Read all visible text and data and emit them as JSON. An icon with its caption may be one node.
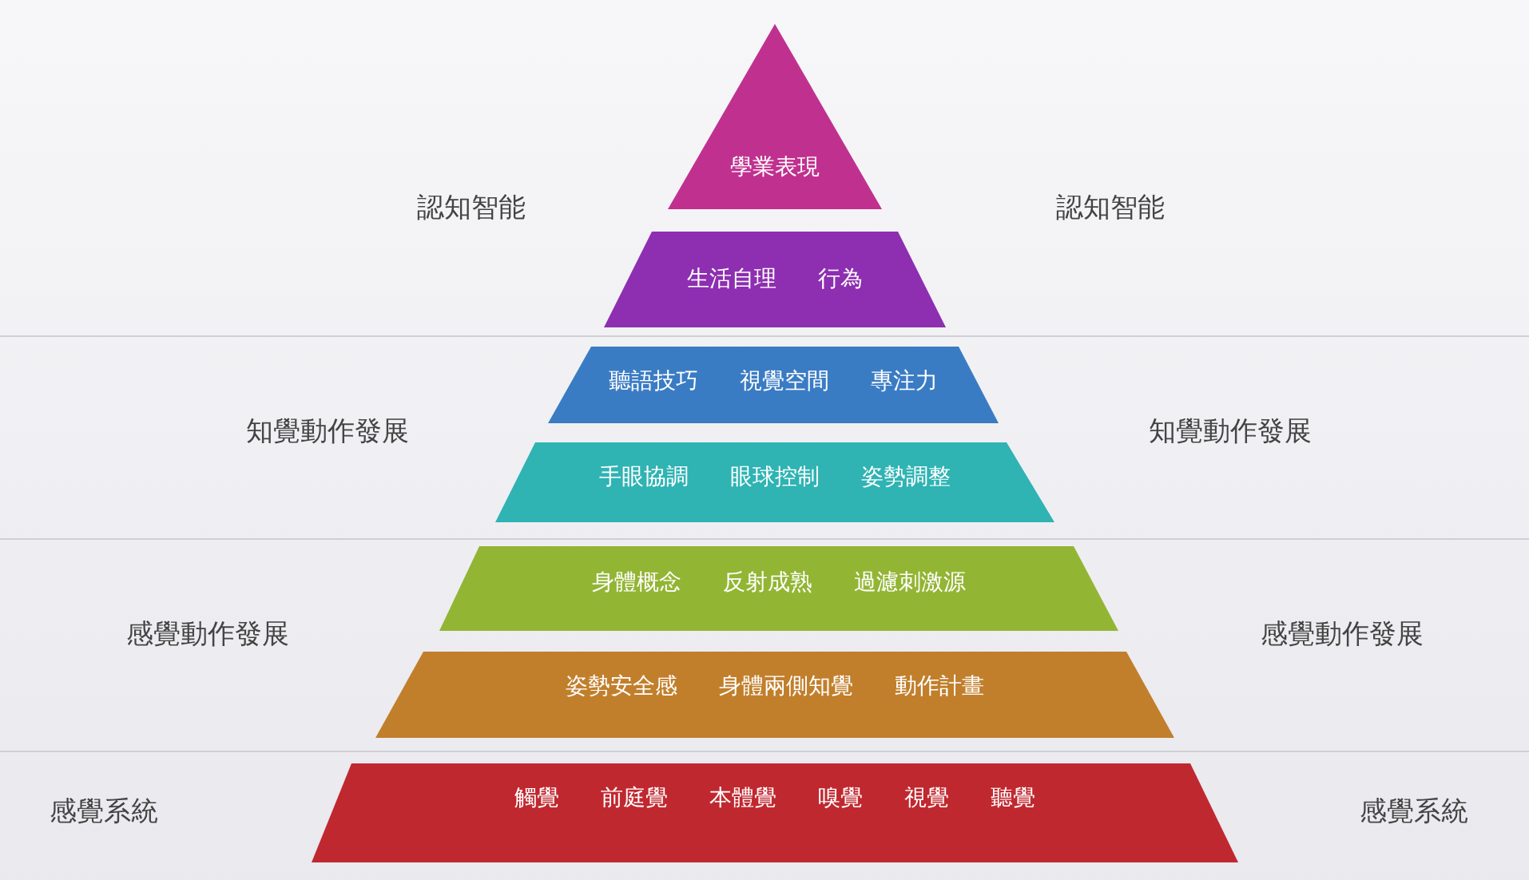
{
  "diagram": {
    "nodes": [
      {
        "text": [
          "學業表現"
        ]
      },
      {
        "text": [
          "生活自理",
          "行為"
        ]
      },
      {
        "text": [
          "聽語技巧",
          "視覺空間",
          "專注力"
        ]
      },
      {
        "text": [
          "手眼協調",
          "眼球控制",
          "姿勢調整"
        ]
      },
      {
        "text": [
          "身體概念",
          "反射成熟",
          "過濾刺激源"
        ]
      },
      {
        "text": [
          "姿勢安全感",
          "身體兩側知覺",
          "動作計畫"
        ]
      },
      {
        "text": [
          "觸覺",
          "前庭覺",
          "本體覺",
          "嗅覺",
          "視覺",
          "聽覺"
        ]
      }
    ],
    "labels": [
      "認知智能",
      "認知智能",
      "知覺動作發展",
      "知覺動作發展",
      "感覺動作發展",
      "感覺動作發展",
      "感覺系統",
      "感覺系統"
    ]
  }
}
